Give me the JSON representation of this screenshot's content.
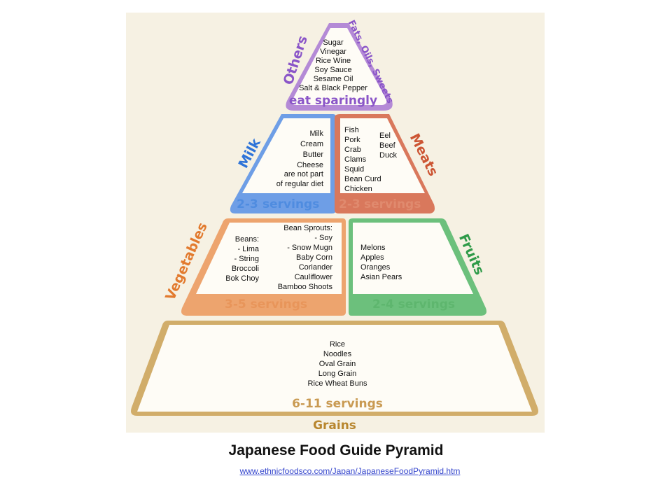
{
  "title": "Japanese Food Guide Pyramid",
  "source_link": "www.ethnicfoodsco.com/Japan/JapaneseFoodPyramid.htm",
  "groups": {
    "others": {
      "label": "Others",
      "sublabel": "Fats, Oils, Sweets",
      "servings": "eat sparingly",
      "items": [
        "Sugar",
        "Vinegar",
        "Rice Wine",
        "Soy Sauce",
        "Sesame Oil",
        "Salt & Black Pepper"
      ],
      "color": "#8a55c8"
    },
    "milk": {
      "label": "Milk",
      "servings_num": "2-3",
      "servings_word": "servings",
      "items": [
        "Milk",
        "Cream",
        "Butter",
        "Cheese",
        "are not part",
        "of regular diet"
      ],
      "color": "#2f74d8"
    },
    "meats": {
      "label": "Meats",
      "servings_num": "2-3",
      "servings_word": "servings",
      "items_col1": [
        "Fish",
        "Pork",
        "Crab",
        "Clams",
        "Squid",
        "Bean Curd",
        "Chicken"
      ],
      "items_col2": [
        "Eel",
        "Beef",
        "Duck"
      ],
      "color": "#cc5533"
    },
    "vegetables": {
      "label": "Vegetables",
      "servings": "3-5 servings",
      "items_col1": [
        "Beans:",
        "- Lima",
        "- String",
        "Broccoli",
        "Bok Choy"
      ],
      "items_col2": [
        "Bean Sprouts:",
        "- Soy",
        "- Snow Mugn",
        "Baby Corn",
        "Coriander",
        "Cauliflower",
        "Bamboo Shoots"
      ],
      "color": "#e27a2e"
    },
    "fruits": {
      "label": "Fruits",
      "servings": "2-4 servings",
      "items": [
        "Melons",
        "Apples",
        "Oranges",
        "Asian Pears"
      ],
      "color": "#2e9a48"
    },
    "grains": {
      "label": "Grains",
      "servings": "6-11 servings",
      "items": [
        "Rice",
        "Noodles",
        "Oval Grain",
        "Long Grain",
        "Rice Wheat Buns"
      ],
      "color": "#b8862e"
    }
  },
  "background_color": "#f6f1e3"
}
